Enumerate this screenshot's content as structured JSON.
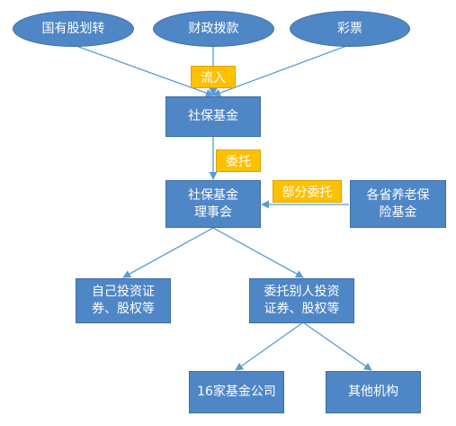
{
  "nodes": {
    "guoyou": "国有股划转",
    "caizheng": "财政拨款",
    "caipiao": "彩票",
    "shebao_fund": "社保基金",
    "council": "社保基金\n理事会",
    "provincial": "各省养老保\n险基金",
    "self_invest": "自己投资证\n券、股权等",
    "entrust_invest": "委托别人投资\n证券、股权等",
    "fund_companies": "16家基金公司",
    "other_institutions": "其他机构"
  },
  "edge_labels": {
    "inflow": "流入",
    "entrust": "委托",
    "partial_entrust": "部分委托"
  },
  "colors": {
    "node_fill": "#4f86c6",
    "tag_fill": "#ffc000",
    "line": "#5b9bd5"
  }
}
